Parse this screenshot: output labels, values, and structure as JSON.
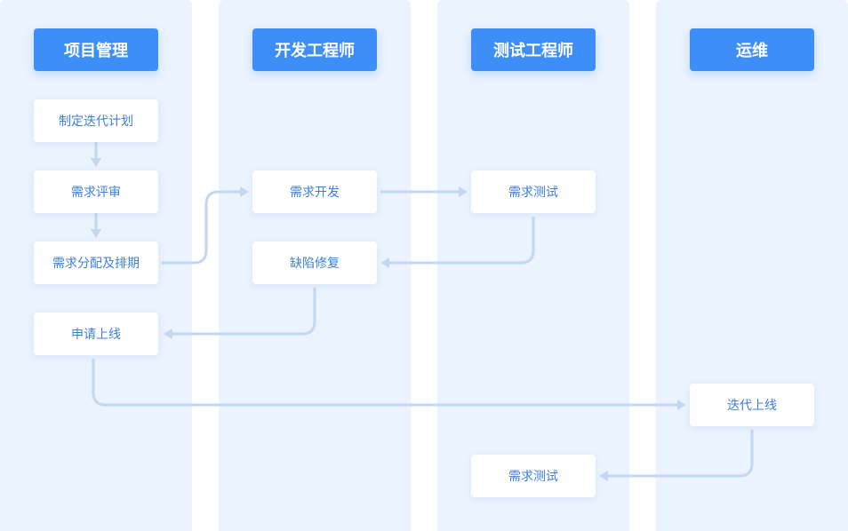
{
  "lanes": [
    {
      "title": "项目管理"
    },
    {
      "title": "开发工程师"
    },
    {
      "title": "测试工程师"
    },
    {
      "title": "运维"
    }
  ],
  "steps": {
    "plan_iteration": "制定迭代计划",
    "review_requirements": "需求评审",
    "allocate_schedule": "需求分配及排期",
    "apply_release": "申请上线",
    "develop": "需求开发",
    "fix_defects": "缺陷修复",
    "test_1": "需求测试",
    "deploy": "迭代上线",
    "test_2": "需求测试"
  },
  "colors": {
    "lane_bg": "#eaf3fe",
    "header_bg": "#3d8ef7",
    "node_text": "#3f7fd8",
    "connector": "#c3d6f2"
  }
}
